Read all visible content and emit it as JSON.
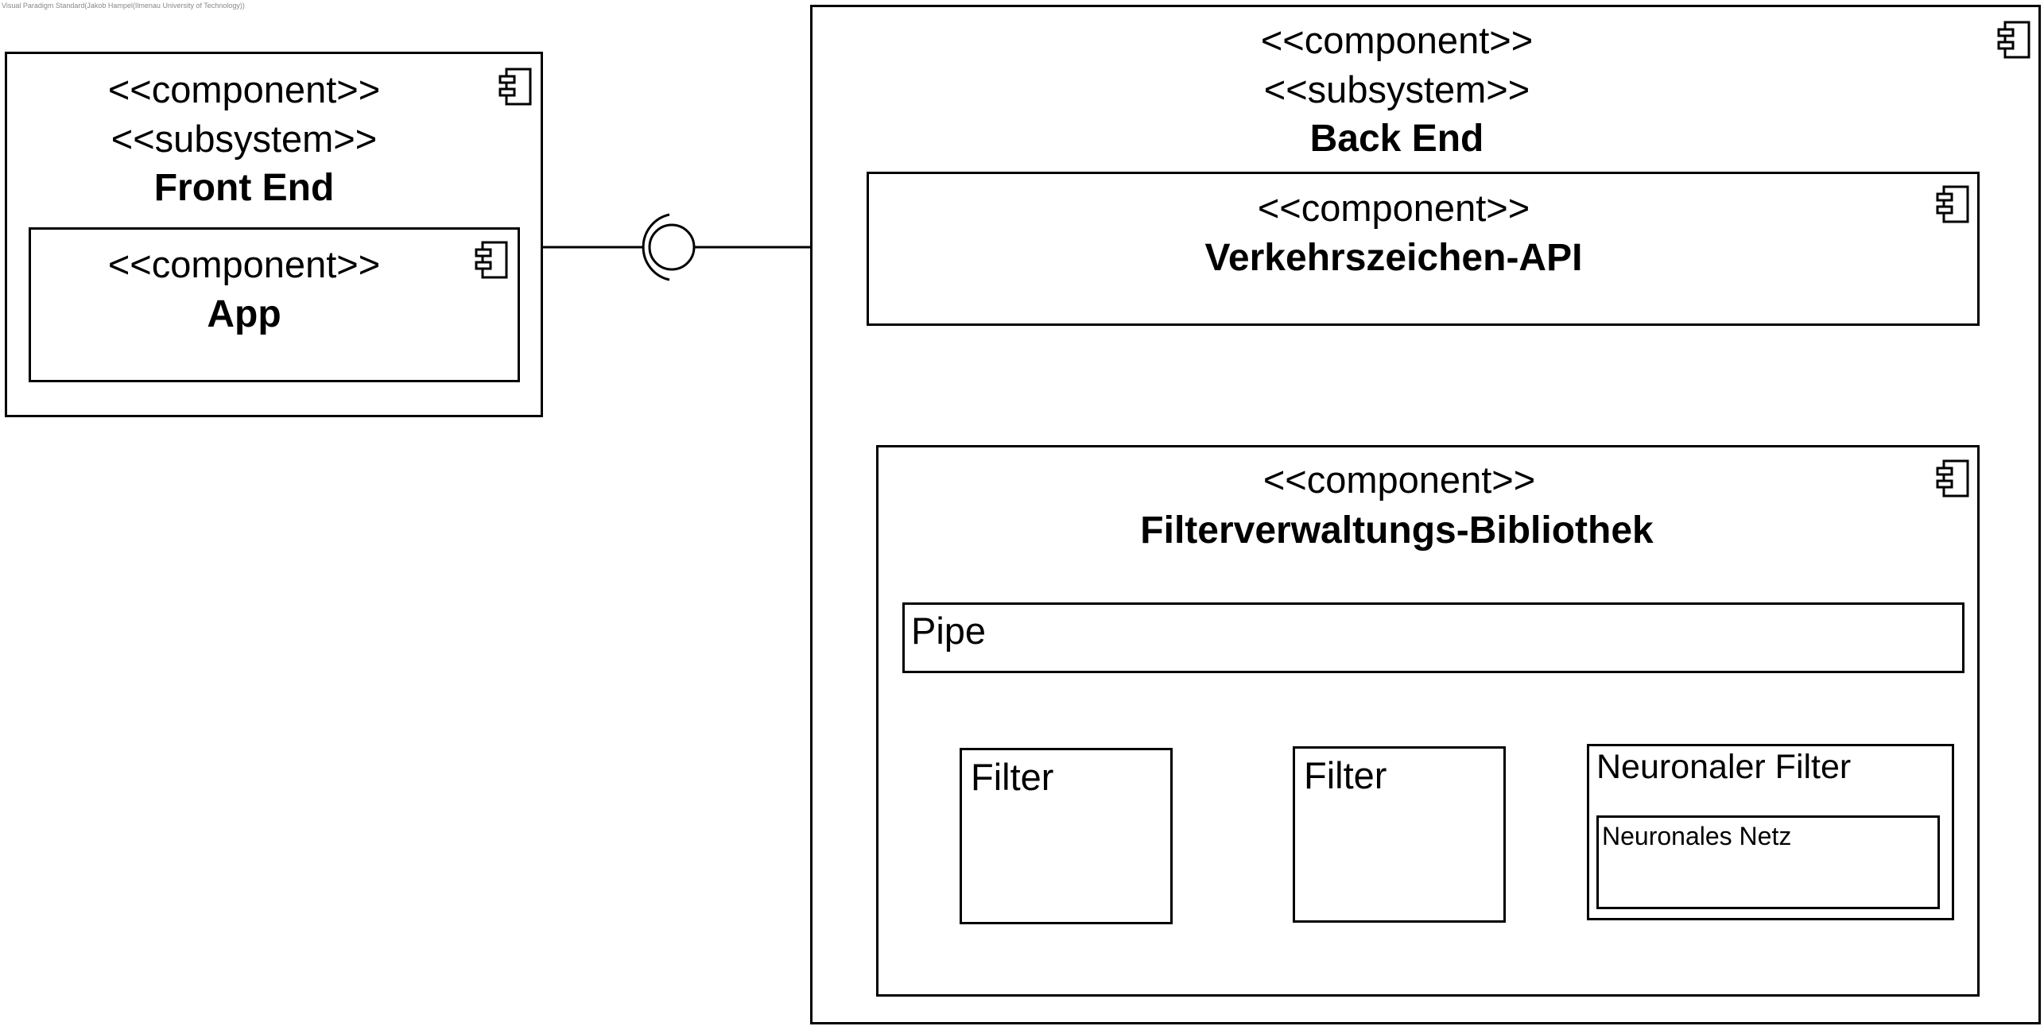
{
  "watermark": "Visual Paradigm Standard(Jakob Hampel(Ilmenau University of Technology))",
  "front_end": {
    "stereotype_component": "<<component>>",
    "stereotype_subsystem": "<<subsystem>>",
    "name": "Front End",
    "app": {
      "stereotype": "<<component>>",
      "name": "App"
    }
  },
  "back_end": {
    "stereotype_component": "<<component>>",
    "stereotype_subsystem": "<<subsystem>>",
    "name": "Back End",
    "api": {
      "stereotype": "<<component>>",
      "name": "Verkehrszeichen-API"
    },
    "library": {
      "stereotype": "<<component>>",
      "name": "Filterverwaltungs-Bibliothek",
      "pipe": "Pipe",
      "filters": [
        "Filter",
        "Filter"
      ],
      "neural_filter": {
        "name": "Neuronaler Filter",
        "network": "Neuronales Netz"
      }
    }
  }
}
